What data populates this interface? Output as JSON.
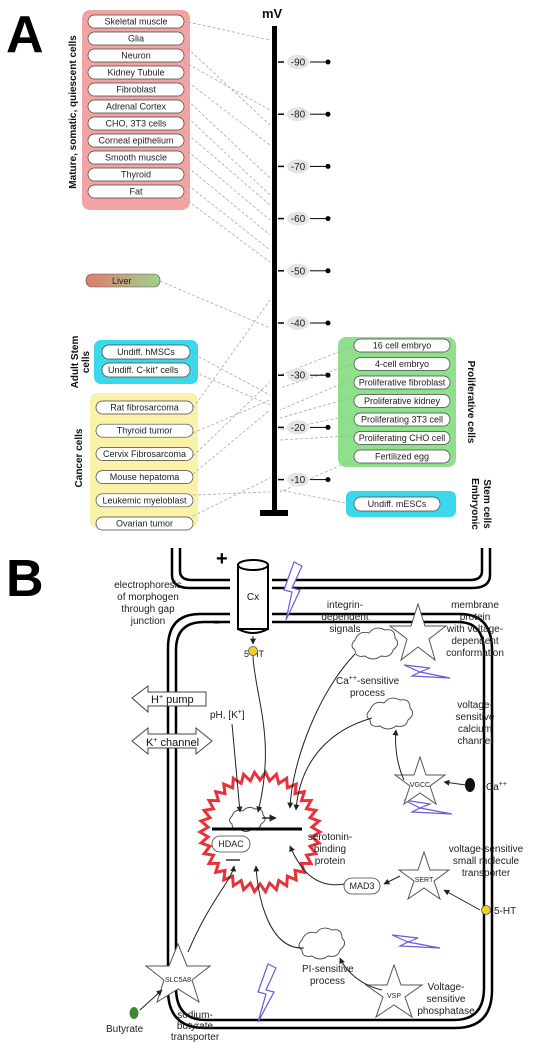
{
  "panel_a": {
    "letter": "A",
    "axis_unit": "mV",
    "ticks": [
      "-90",
      "-80",
      "-70",
      "-60",
      "-50",
      "-40",
      "-30",
      "-20",
      "-10"
    ],
    "groups": {
      "mature": "Mature, somatic, quiescent cells",
      "adult_stem_line1": "Adult Stem",
      "adult_stem_line2": "cells",
      "cancer": "Cancer cells",
      "proliferative": "Proliferative cells",
      "embryonic_line1": "Embryonic",
      "embryonic_line2": "Stem cells"
    },
    "mature_cells": [
      "Skeletal muscle",
      "Glia",
      "Neuron",
      "Kidney Tubule",
      "Fibroblast",
      "Adrenal Cortex",
      "CHO, 3T3 cells",
      "Corneal epithelium",
      "Smooth muscle",
      "Thyroid",
      "Fat"
    ],
    "liver": "Liver",
    "adult_stem_cells": [
      "Undiff. hMSCs",
      "Undiff. C-kit",
      "cells"
    ],
    "ckit_sup": "+",
    "cancer_cells": [
      "Rat fibrosarcoma",
      "Thyroid tumor",
      "Cervix Fibrosarcoma",
      "Mouse hepatoma",
      "Leukemic myeloblast",
      "Ovarian tumor"
    ],
    "proliferative_cells": [
      "16 cell embryo",
      "4-cell embryo",
      "Proliferative fibroblast",
      "Proliferative kidney",
      "Proliferating 3T3 cell",
      "Proliferating CHO cell",
      "Fertilized egg"
    ],
    "embryonic_cells": [
      "Undiff. mESCs"
    ]
  },
  "panel_b": {
    "letter": "B",
    "plus": "+",
    "minus": "-",
    "cx": "Cx",
    "electrophoresis": [
      "electrophoresis",
      "of morphogen",
      "through gap",
      "junction"
    ],
    "five_ht_top": "5-HT",
    "integrin": [
      "integrin-",
      "dependent",
      "signals"
    ],
    "membrane_protein": [
      "membrane",
      "protein",
      "with voltage-",
      "dependent",
      "conformation"
    ],
    "h_pump": [
      "H",
      "+",
      " pump"
    ],
    "k_channel": [
      "K",
      "+",
      " channel"
    ],
    "ph": [
      "pH, [K",
      "+",
      "]"
    ],
    "ca_process": [
      "Ca",
      "++",
      "-sensitive",
      "process"
    ],
    "vs_calcium": [
      "voltage-",
      "sensitive",
      "calcium",
      "channel"
    ],
    "vgcc": "VGCC",
    "ca_ion": [
      "Ca",
      "++"
    ],
    "hdac": "HDAC",
    "serotonin_protein": [
      "serotonin-",
      "binding",
      "protein"
    ],
    "vs_transporter": [
      "voltage-sensitive",
      "small molecule",
      "transporter"
    ],
    "sert": "SERT",
    "mad3": "MAD3",
    "five_ht_bottom": "5-HT",
    "pi_process": [
      "PI-sensitive",
      "process"
    ],
    "slc5a8": "SLC5A8",
    "butyrate": "Butyrate",
    "sodium_transporter": [
      "sodium-",
      "butyrate",
      "transporter"
    ],
    "vsp": "VSP",
    "vs_phosphatase": [
      "Voltage-",
      "sensitive",
      "phosphatase"
    ]
  },
  "colors": {
    "mature_bg": "#f2a4a4",
    "liver_start": "#e07a6e",
    "liver_end": "#9fd38a",
    "adult_stem_bg": "#39d8ea",
    "cancer_bg": "#f9f2a8",
    "proliferative_bg": "#8ee08a",
    "embryonic_bg": "#39d8ea",
    "nucleus": "#e8323a",
    "lightning": "#6b5bd6",
    "yellow_dot": "#f0d020",
    "green_dot": "#3a8a2e"
  }
}
